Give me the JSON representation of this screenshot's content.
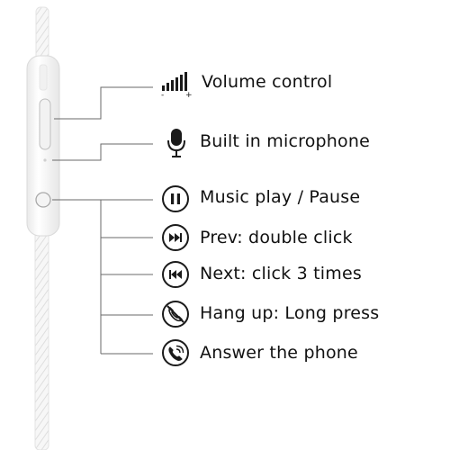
{
  "controls": [
    {
      "label": "Volume control",
      "icon": "volume-bars-icon"
    },
    {
      "label": "Built in microphone",
      "icon": "microphone-icon"
    },
    {
      "label": "Music play / Pause",
      "icon": "play-pause-icon"
    },
    {
      "label": "Prev: double click",
      "icon": "next-track-icon"
    },
    {
      "label": "Next: click 3 times",
      "icon": "previous-track-icon"
    },
    {
      "label": "Hang up: Long press",
      "icon": "hang-up-icon"
    },
    {
      "label": "Answer the phone",
      "icon": "answer-phone-icon"
    }
  ],
  "volume_signs": {
    "minus": "-",
    "plus": "+"
  },
  "colors": {
    "line": "#6a6a6a",
    "icon": "#1a1a1a",
    "remote_body": "#f4f4f4"
  }
}
